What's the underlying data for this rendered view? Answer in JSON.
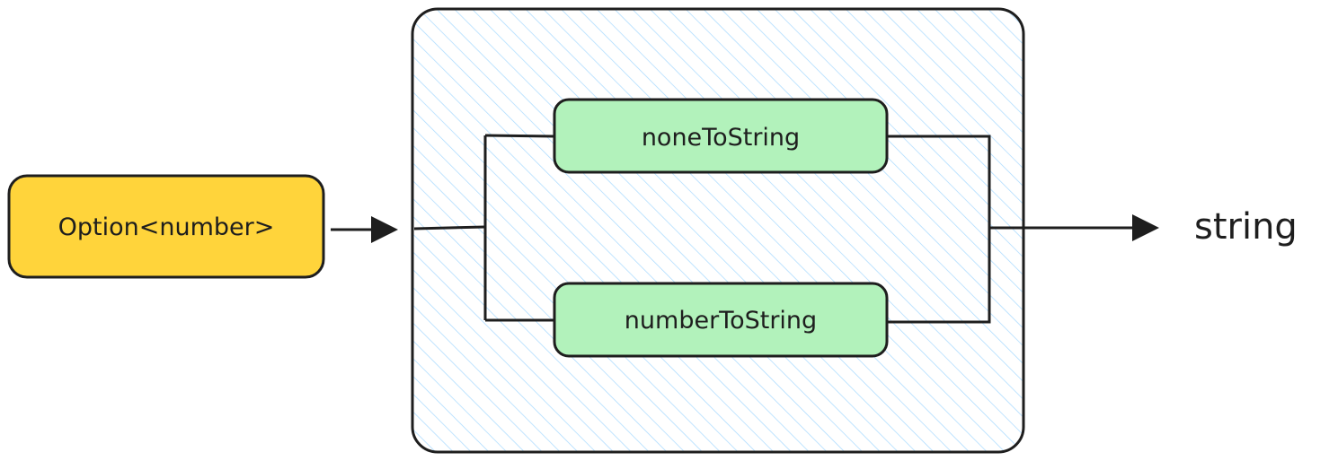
{
  "input": {
    "label": "Option<number>",
    "fill": "#ffd43b",
    "stroke": "#1e1e1e"
  },
  "container": {
    "fill": "#a5d8ff",
    "stroke": "#1e1e1e"
  },
  "branches": [
    {
      "label": "noneToString",
      "fill": "#b2f2bb"
    },
    {
      "label": "numberToString",
      "fill": "#b2f2bb"
    }
  ],
  "output": {
    "label": "string"
  }
}
